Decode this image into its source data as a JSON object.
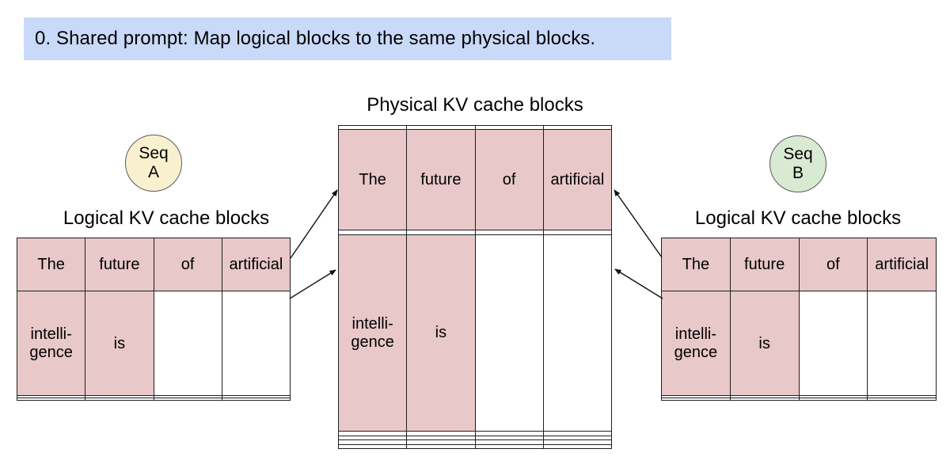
{
  "banner": {
    "text": "0. Shared prompt: Map logical blocks to the same physical blocks."
  },
  "labels": {
    "physical": "Physical KV cache blocks",
    "logical_left": "Logical KV cache blocks",
    "logical_right": "Logical KV cache blocks"
  },
  "seq_badges": {
    "a": "Seq\nA",
    "b": "Seq\nB"
  },
  "colors": {
    "banner_bg": "#c9daf8",
    "highlight_cell": "#e8c8c9",
    "seq_a_fill": "#f8f0cf",
    "seq_b_fill": "#d9ead3",
    "table_border": "#1f1f1f"
  },
  "tables": {
    "physical": {
      "rows": [
        [
          {
            "t": "",
            "f": false
          },
          {
            "t": "",
            "f": false
          },
          {
            "t": "",
            "f": false
          },
          {
            "t": "",
            "f": false
          }
        ],
        [
          {
            "t": "The",
            "f": true
          },
          {
            "t": "future",
            "f": true
          },
          {
            "t": "of",
            "f": true
          },
          {
            "t": "artificial",
            "f": true
          }
        ],
        [
          {
            "t": "",
            "f": false
          },
          {
            "t": "",
            "f": false
          },
          {
            "t": "",
            "f": false
          },
          {
            "t": "",
            "f": false
          }
        ],
        [
          {
            "t": "intelli-\ngence",
            "f": true
          },
          {
            "t": "is",
            "f": true
          },
          {
            "t": "",
            "f": false
          },
          {
            "t": "",
            "f": false
          }
        ],
        [
          {
            "t": "",
            "f": false
          },
          {
            "t": "",
            "f": false
          },
          {
            "t": "",
            "f": false
          },
          {
            "t": "",
            "f": false
          }
        ],
        [
          {
            "t": "",
            "f": false
          },
          {
            "t": "",
            "f": false
          },
          {
            "t": "",
            "f": false
          },
          {
            "t": "",
            "f": false
          }
        ],
        [
          {
            "t": "",
            "f": false
          },
          {
            "t": "",
            "f": false
          },
          {
            "t": "",
            "f": false
          },
          {
            "t": "",
            "f": false
          }
        ],
        [
          {
            "t": "",
            "f": false
          },
          {
            "t": "",
            "f": false
          },
          {
            "t": "",
            "f": false
          },
          {
            "t": "",
            "f": false
          }
        ]
      ]
    },
    "logical_a": {
      "rows": [
        [
          {
            "t": "The",
            "f": true
          },
          {
            "t": "future",
            "f": true
          },
          {
            "t": "of",
            "f": true
          },
          {
            "t": "artificial",
            "f": true
          }
        ],
        [
          {
            "t": "intelli-\ngence",
            "f": true
          },
          {
            "t": "is",
            "f": true
          },
          {
            "t": "",
            "f": false
          },
          {
            "t": "",
            "f": false
          }
        ],
        [
          {
            "t": "",
            "f": false
          },
          {
            "t": "",
            "f": false
          },
          {
            "t": "",
            "f": false
          },
          {
            "t": "",
            "f": false
          }
        ],
        [
          {
            "t": "",
            "f": false
          },
          {
            "t": "",
            "f": false
          },
          {
            "t": "",
            "f": false
          },
          {
            "t": "",
            "f": false
          }
        ]
      ]
    },
    "logical_b": {
      "rows": [
        [
          {
            "t": "The",
            "f": true
          },
          {
            "t": "future",
            "f": true
          },
          {
            "t": "of",
            "f": true
          },
          {
            "t": "artificial",
            "f": true
          }
        ],
        [
          {
            "t": "intelli-\ngence",
            "f": true
          },
          {
            "t": "is",
            "f": true
          },
          {
            "t": "",
            "f": false
          },
          {
            "t": "",
            "f": false
          }
        ],
        [
          {
            "t": "",
            "f": false
          },
          {
            "t": "",
            "f": false
          },
          {
            "t": "",
            "f": false
          },
          {
            "t": "",
            "f": false
          }
        ],
        [
          {
            "t": "",
            "f": false
          },
          {
            "t": "",
            "f": false
          },
          {
            "t": "",
            "f": false
          },
          {
            "t": "",
            "f": false
          }
        ]
      ]
    }
  }
}
